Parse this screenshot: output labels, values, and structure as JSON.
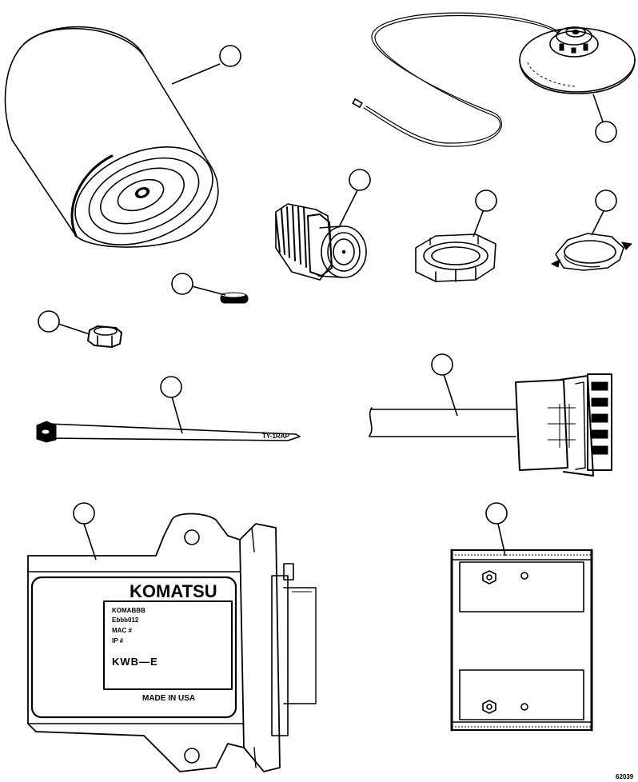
{
  "diagram": {
    "drawing_code": "62039",
    "module_label": {
      "brand": "KOMATSU",
      "line1": "KOMABBB",
      "line2": "Ebbb012",
      "line3": "MAC #",
      "line4": "IP #",
      "model": "KWB—E",
      "origin": "MADE IN USA"
    },
    "tie_tag_text": "TY-1RAP",
    "parts": [
      {
        "name": "filter-cylinder"
      },
      {
        "name": "antenna-with-lead"
      },
      {
        "name": "threaded-connector-fitting"
      },
      {
        "name": "hex-nut"
      },
      {
        "name": "lock-washer"
      },
      {
        "name": "small-pin"
      },
      {
        "name": "small-spacer"
      },
      {
        "name": "cable-tie"
      },
      {
        "name": "wiring-connector"
      },
      {
        "name": "control-module"
      },
      {
        "name": "mounting-bracket"
      }
    ]
  }
}
